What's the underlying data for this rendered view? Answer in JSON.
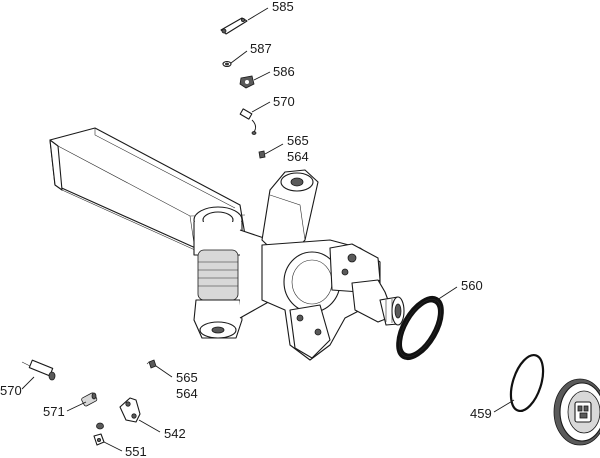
{
  "diagram": {
    "callouts": [
      {
        "id": "c585",
        "text": "585"
      },
      {
        "id": "c587",
        "text": "587"
      },
      {
        "id": "c586",
        "text": "586"
      },
      {
        "id": "c570a",
        "text": "570"
      },
      {
        "id": "c565a",
        "text": "565"
      },
      {
        "id": "c564a",
        "text": "564"
      },
      {
        "id": "c560",
        "text": "560"
      },
      {
        "id": "c570b",
        "text": "570"
      },
      {
        "id": "c565b",
        "text": "565"
      },
      {
        "id": "c564b",
        "text": "564"
      },
      {
        "id": "c571",
        "text": "571"
      },
      {
        "id": "c542",
        "text": "542"
      },
      {
        "id": "c551",
        "text": "551"
      },
      {
        "id": "c459",
        "text": "459"
      }
    ]
  }
}
